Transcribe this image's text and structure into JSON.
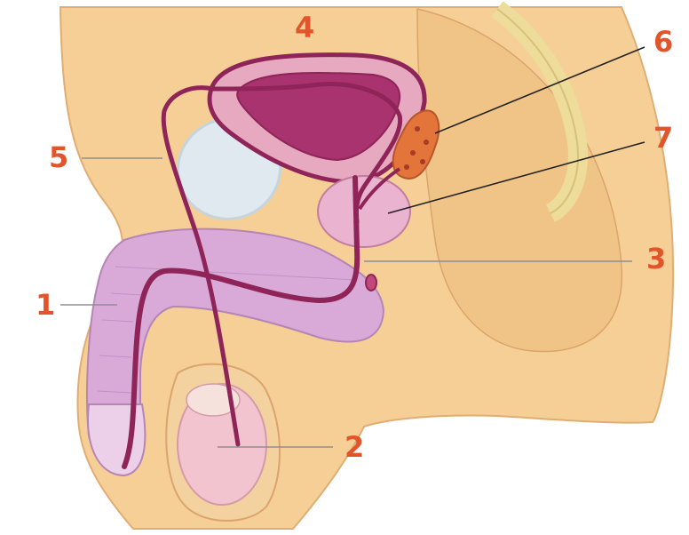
{
  "diagram": {
    "labels": [
      {
        "id": "1",
        "text": "1"
      },
      {
        "id": "2",
        "text": "2"
      },
      {
        "id": "3",
        "text": "3"
      },
      {
        "id": "4",
        "text": "4"
      },
      {
        "id": "5",
        "text": "5"
      },
      {
        "id": "6",
        "text": "6"
      },
      {
        "id": "7",
        "text": "7"
      }
    ],
    "colors": {
      "label": "#e2552a",
      "skin": "#f6cf97",
      "skin_dark": "#eab77a",
      "bladder_wall": "#e7a9c0",
      "bladder_inner": "#a8336e",
      "duct": "#8e2457",
      "penis_tissue": "#d9a9d8",
      "pubic_bone": "#dfe9ef",
      "seminal_vesicle": "#e3743a",
      "prostate": "#eab3cf",
      "testis": "#f1c4cf"
    }
  }
}
